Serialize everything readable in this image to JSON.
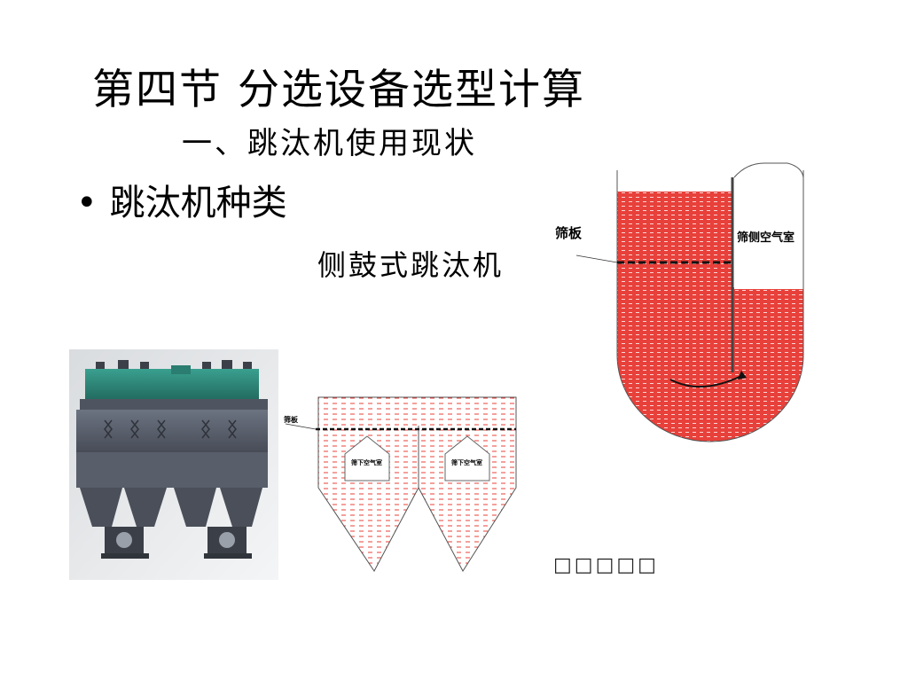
{
  "slide": {
    "title": "第四节  分选设备选型计算",
    "subtitle": "一、跳汰机使用现状",
    "bullet_marker": "•",
    "bullet_text": "跳汰机种类",
    "caption": "侧鼓式跳汰机",
    "placeholder_text": "□□□□□"
  },
  "double_diagram": {
    "sieve_label": "筛板",
    "chamber_label_left": "筛下空气室",
    "chamber_label_right": "筛下空气室"
  },
  "side_diagram": {
    "sieve_label": "筛板",
    "chamber_label": "筛侧空气室"
  },
  "colors": {
    "water_red": "#e8403a",
    "machine_teal": "#2f8a7c",
    "machine_gray": "#5c6270",
    "text": "#000000"
  }
}
